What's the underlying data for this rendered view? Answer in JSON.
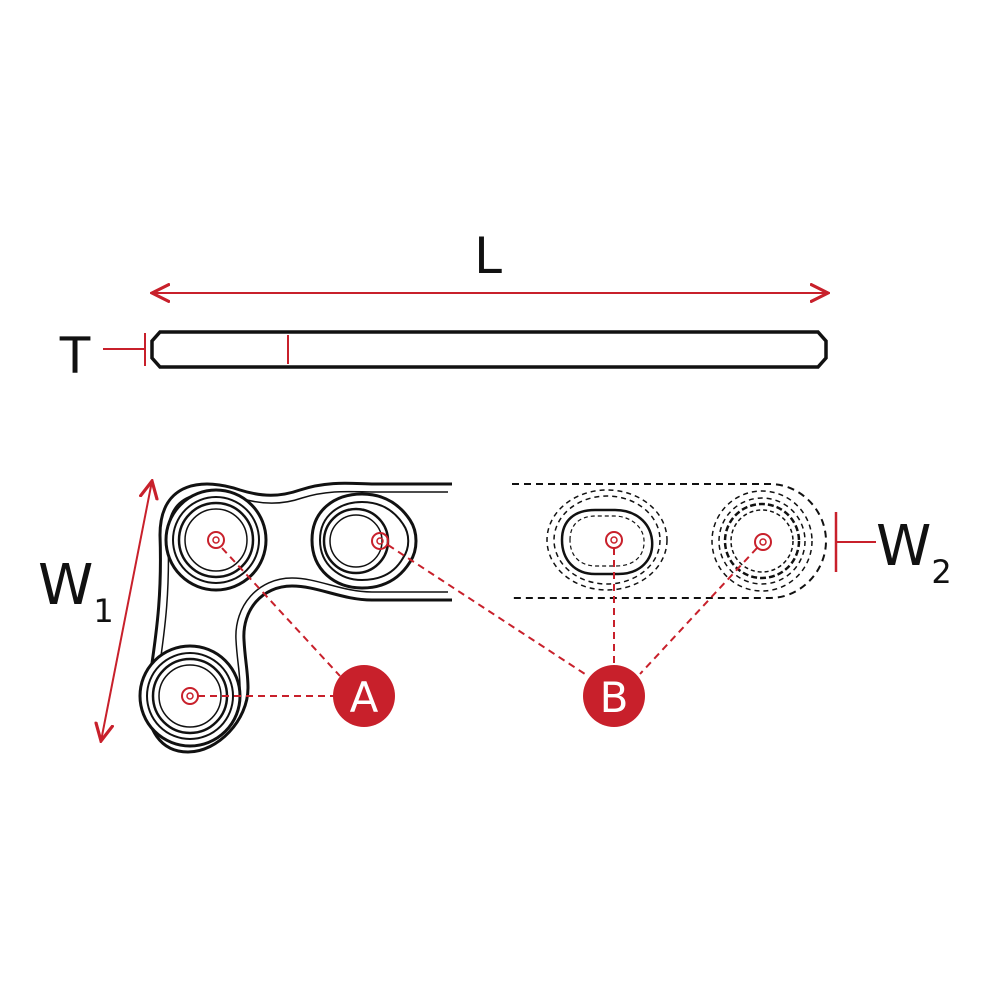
{
  "labels": {
    "length": "L",
    "thickness": "T",
    "width1_main": "W",
    "width1_sub": "1",
    "width2_main": "W",
    "width2_sub": "2"
  },
  "callouts": {
    "a": "A",
    "b": "B"
  },
  "colors": {
    "accent": "#c8202b",
    "line": "#111111",
    "background": "#ffffff"
  }
}
